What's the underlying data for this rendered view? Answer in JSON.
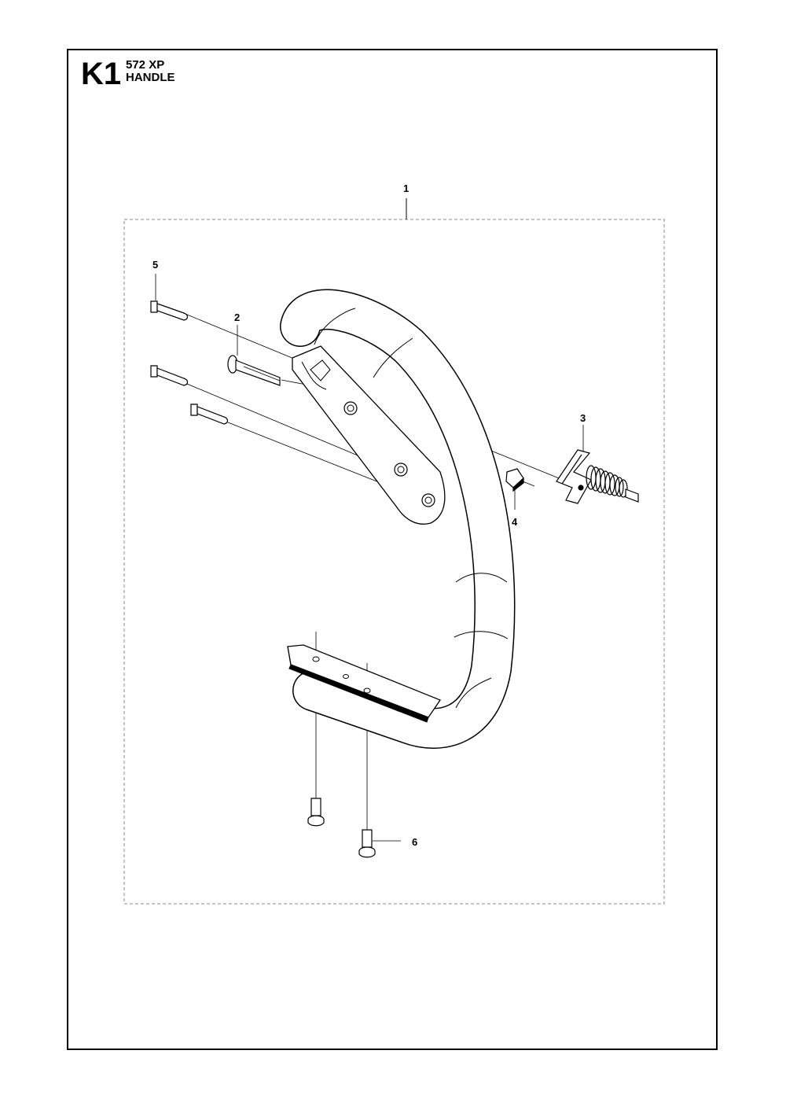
{
  "header": {
    "section_code": "K1",
    "model": "572 XP",
    "title": "HANDLE"
  },
  "callouts": [
    "1",
    "2",
    "3",
    "4",
    "5",
    "6"
  ],
  "colors": {
    "line": "#000000",
    "part_fill": "#ffffff",
    "dashed_box": "#8a8a8a"
  }
}
